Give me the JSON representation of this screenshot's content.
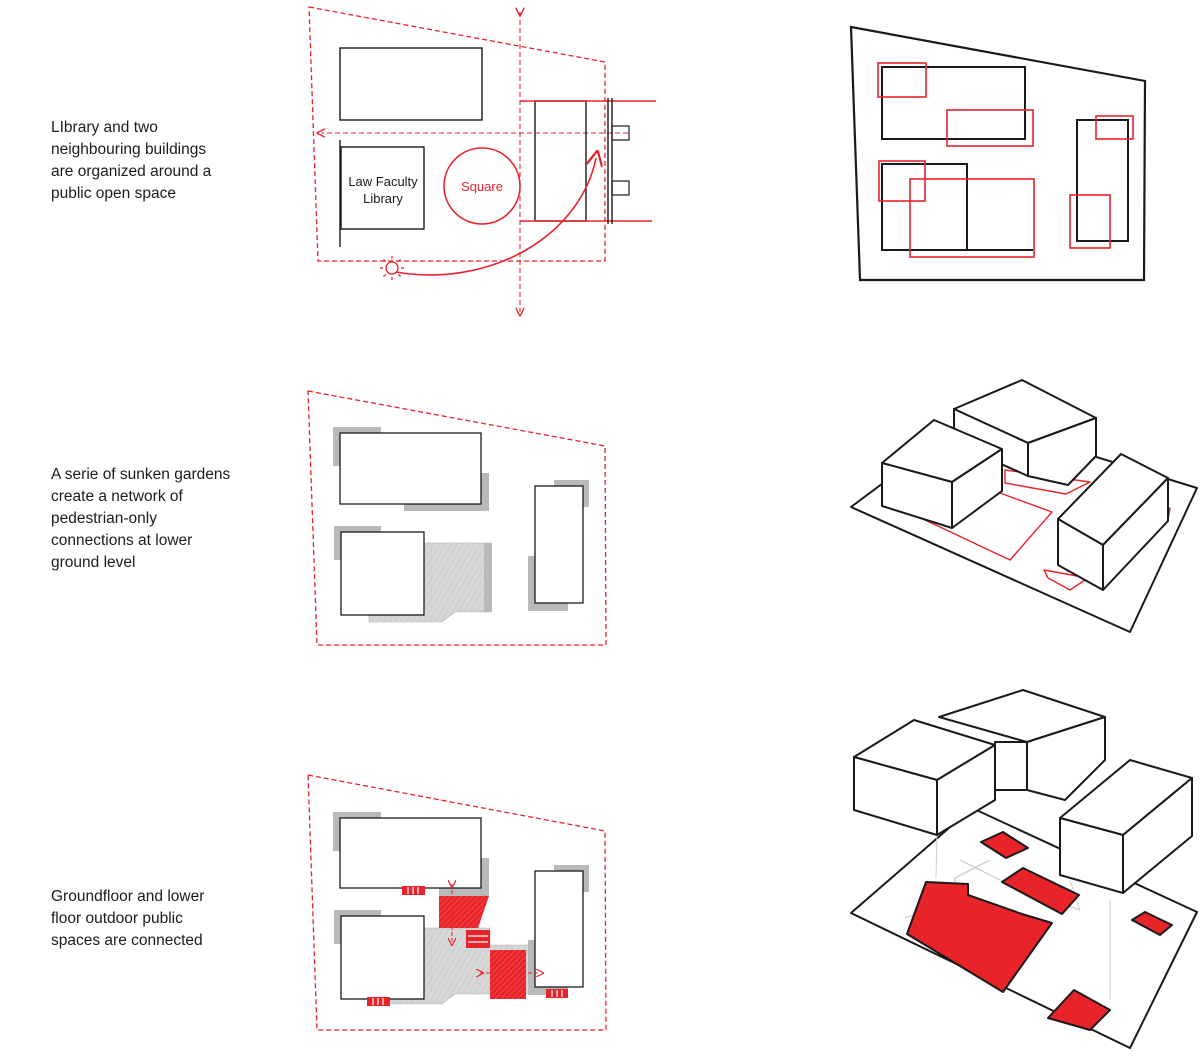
{
  "rows": [
    {
      "caption": "LIbrary and two\nneighbouring buildings\nare organized around a\npublic open space"
    },
    {
      "caption": "A serie of sunken gardens\ncreate a network of\npedestrian-only\nconnections at lower\nground level"
    },
    {
      "caption": "Groundfloor and lower\nfloor outdoor public\nspaces are connected"
    }
  ],
  "plan1": {
    "library_label_line1": "Law Faculty",
    "library_label_line2": "Library",
    "square_label": "Square"
  },
  "colors": {
    "accent_red": "#e8232a",
    "ink": "#1a1a1a",
    "sunken_grey": "#b9b9b9",
    "light_grey": "#dcdcdc"
  }
}
